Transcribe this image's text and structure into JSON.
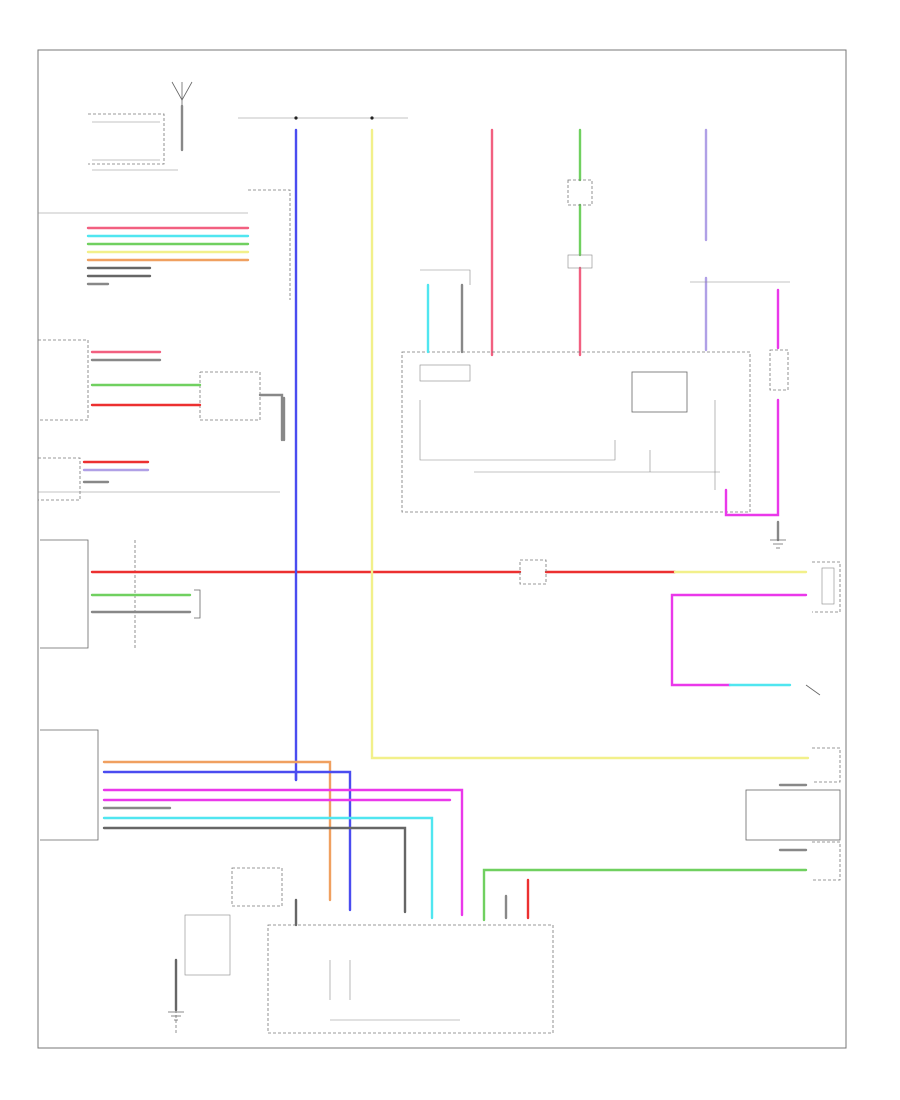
{
  "diagram": {
    "code": "",
    "colors": {
      "blue": "#4a4cf0",
      "yellow": "#f2f08a",
      "pink": "#f26080",
      "green": "#70d060",
      "red": "#ec3030",
      "cyan": "#50e6f0",
      "magenta": "#ea38ea",
      "orange": "#f0a060",
      "gray": "#666666",
      "violet": "#b0a0e6"
    },
    "components": [
      {
        "id": "fuse-box-top"
      },
      {
        "id": "relay-block-left"
      },
      {
        "id": "connector-left-1"
      },
      {
        "id": "connector-left-2"
      },
      {
        "id": "connector-left-3"
      },
      {
        "id": "connector-left-4"
      },
      {
        "id": "control-module-center"
      },
      {
        "id": "connector-right-1"
      },
      {
        "id": "connector-right-2"
      },
      {
        "id": "connector-right-3"
      },
      {
        "id": "switch-bottom"
      }
    ]
  }
}
